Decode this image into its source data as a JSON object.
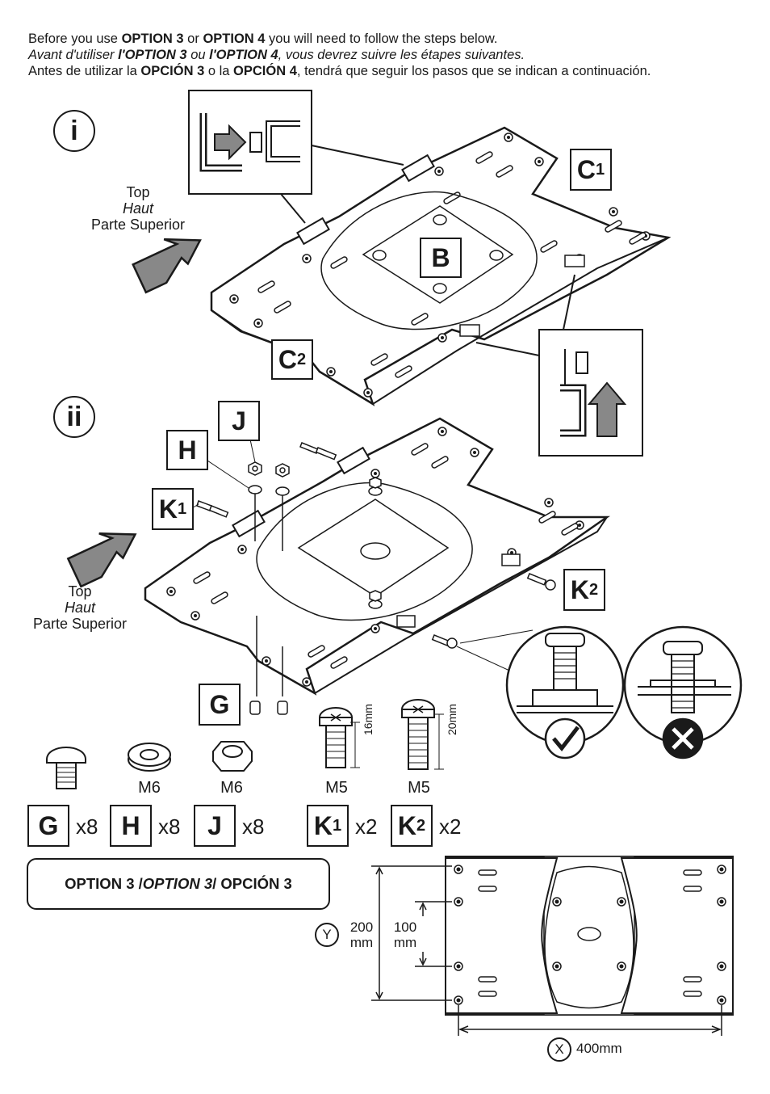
{
  "intro": {
    "line1_a": "Before you use ",
    "line1_b": "OPTION 3",
    "line1_c": " or ",
    "line1_d": "OPTION 4",
    "line1_e": " you will need to follow the steps below.",
    "line2_a": "Avant d'utiliser ",
    "line2_b": "l'OPTION 3",
    "line2_c": " ou ",
    "line2_d": "l'OPTION 4",
    "line2_e": ", vous devrez suivre les étapes suivantes.",
    "line3_a": "Antes de utilizar la ",
    "line3_b": "OPCIÓN 3",
    "line3_c": " o la ",
    "line3_d": "OPCIÓN 4",
    "line3_e": ", tendrá que seguir los pasos que se indican a continuación."
  },
  "steps": {
    "step1": "i",
    "step2": "ii"
  },
  "top_label": {
    "en": "Top",
    "fr": "Haut",
    "es": "Parte Superior"
  },
  "parts": {
    "C1": {
      "letter": "C",
      "sub": "1"
    },
    "C2": {
      "letter": "C",
      "sub": "2"
    },
    "B": {
      "letter": "B"
    },
    "J": {
      "letter": "J"
    },
    "H": {
      "letter": "H"
    },
    "K1": {
      "letter": "K",
      "sub": "1"
    },
    "K2": {
      "letter": "K",
      "sub": "2"
    },
    "G": {
      "letter": "G"
    }
  },
  "hardware": {
    "washer_size": "M6",
    "nut_size": "M6",
    "k1_size": "M5",
    "k2_size": "M5",
    "k1_length": "16mm",
    "k2_length": "20mm"
  },
  "quantities": {
    "G": "x8",
    "H": "x8",
    "J": "x8",
    "K1": "x2",
    "K2": "x2"
  },
  "option": {
    "a": "OPTION 3 / ",
    "b": "OPTION 3",
    "c": " / OPCIÓN 3"
  },
  "dimensions": {
    "y_label": "Y",
    "y_outer_value": "200",
    "y_outer_unit": "mm",
    "y_inner_value": "100",
    "y_inner_unit": "mm",
    "x_label": "X",
    "x_value": "400mm"
  },
  "icons": [
    "arrow-top-icon",
    "check-icon",
    "cross-icon",
    "allen-key-icon",
    "bolt-icon",
    "washer-icon",
    "nut-icon"
  ]
}
